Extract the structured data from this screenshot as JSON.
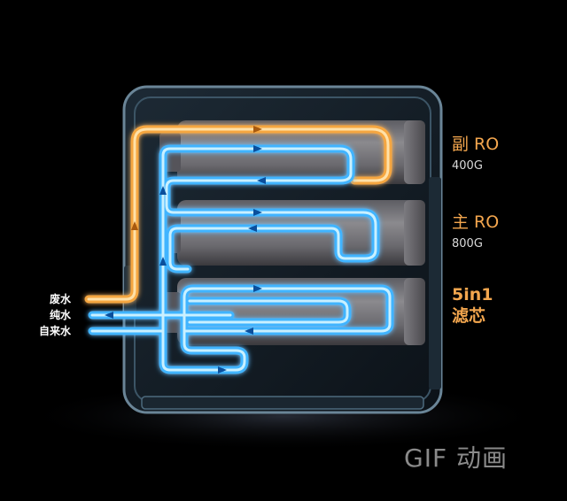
{
  "inlets": {
    "waste": "废水",
    "pure": "纯水",
    "tap": "自来水"
  },
  "stages": {
    "sub_ro": {
      "name": "副 RO",
      "capacity": "400G"
    },
    "main_ro": {
      "name": "主 RO",
      "capacity": "800G"
    },
    "prefilter": {
      "name_line1": "5in1",
      "name_line2": "滤芯"
    }
  },
  "caption": "GIF 动画",
  "colors": {
    "background": "#000000",
    "pure_water_pipe": "#3fb4ff",
    "waste_water_pipe": "#f5a640",
    "label_accent": "#f3a64e"
  }
}
